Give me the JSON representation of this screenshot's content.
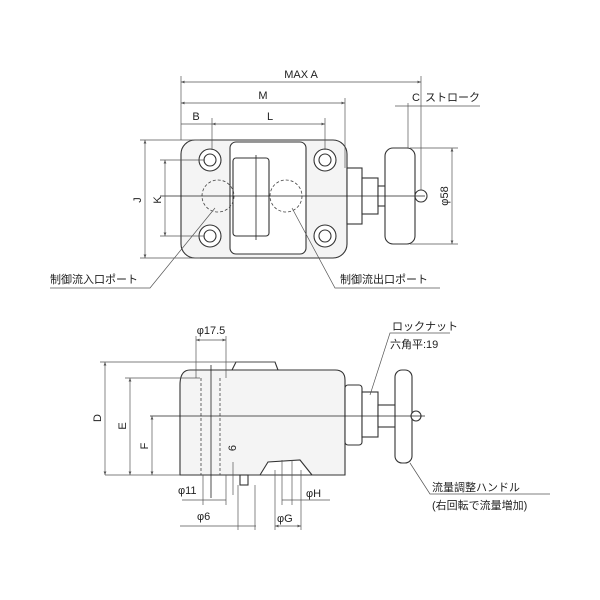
{
  "top_view": {
    "max_a": "MAX A",
    "m": "M",
    "b": "B",
    "l": "L",
    "c": "C",
    "stroke": "ストローク",
    "j": "J",
    "k": "K",
    "phi58": "φ58",
    "inlet_port": "制御流入口ポート",
    "outlet_port": "制御流出口ポート"
  },
  "side_view": {
    "phi17_5": "φ17.5",
    "lock_nut": "ロックナット",
    "hex_flat": "六角平:19",
    "d": "D",
    "e": "E",
    "f": "F",
    "six": "6",
    "phi11": "φ11",
    "phi6": "φ6",
    "phih": "φH",
    "phig": "φG",
    "handle": "流量調整ハンドル",
    "handle_note": "(右回転で流量増加)"
  }
}
